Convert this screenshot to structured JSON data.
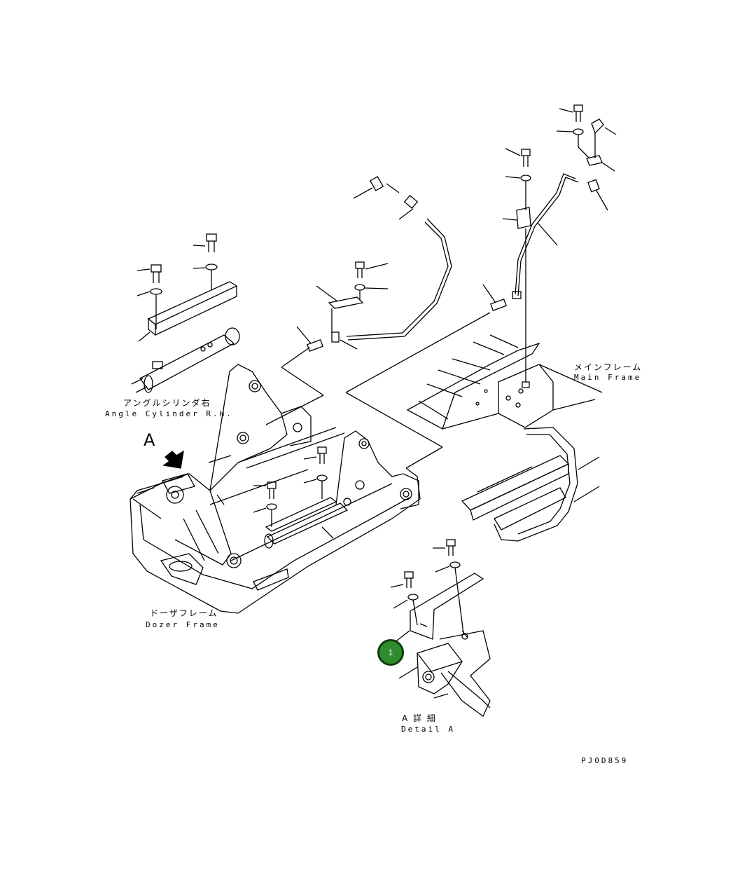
{
  "labels": {
    "angle_cylinder_jp": "アングルシリンダ右",
    "angle_cylinder_en": "Angle Cylinder R.H.",
    "main_frame_jp": "メインフレーム",
    "main_frame_en": "Main Frame",
    "dozer_frame_jp": "ドーザフレーム",
    "dozer_frame_en": "Dozer Frame",
    "view_arrow": "A",
    "detail_jp": "A 詳 細",
    "detail_en": "Detail A",
    "drawing_number": "PJ0D859"
  },
  "callouts": [
    {
      "number": "1",
      "color": "#2e8b2e",
      "border": "#0c3d0c"
    }
  ]
}
